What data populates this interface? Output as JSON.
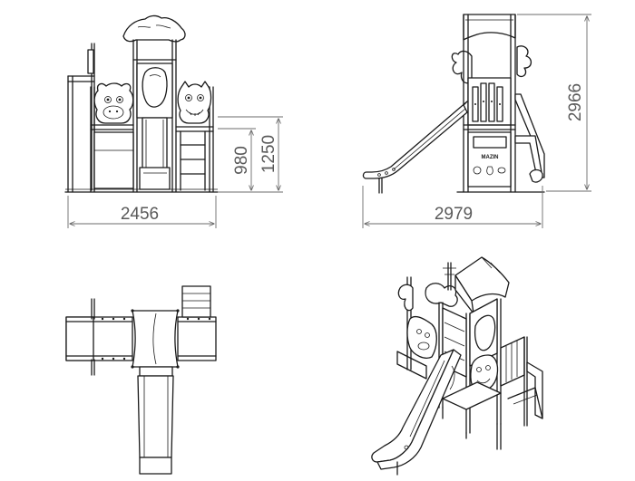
{
  "drawings": {
    "front": {
      "width": "2456",
      "height_low": "980",
      "height_high": "1250"
    },
    "side": {
      "width": "2979",
      "height_total": "2966",
      "panel_label": "MAZIN"
    },
    "top": {},
    "isometric": {}
  }
}
